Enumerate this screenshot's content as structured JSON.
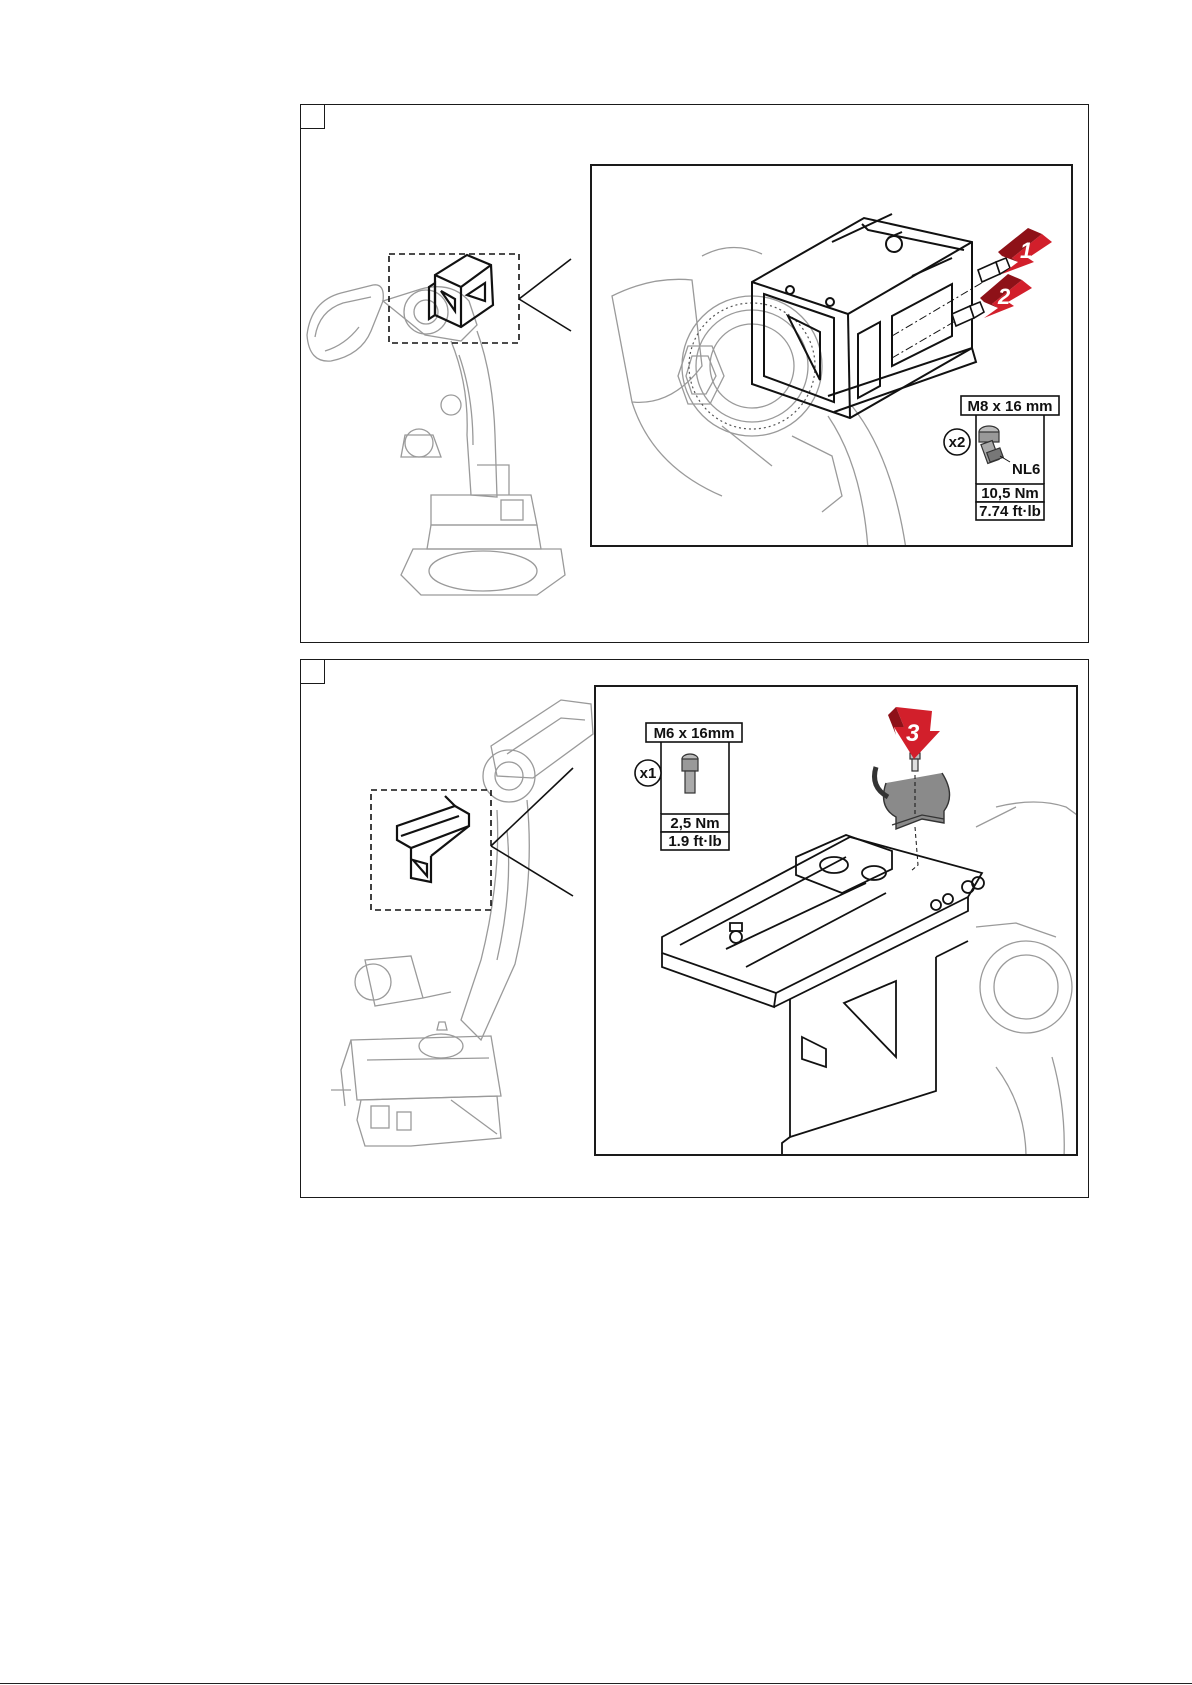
{
  "steps": [
    {
      "number": "",
      "arrows": [
        "1",
        "2"
      ],
      "spec": {
        "screw": "M8 x 16 mm",
        "quantity": "x2",
        "note": "NL6",
        "torque_nm": "10,5 Nm",
        "torque_ftlb": "7.74 ft·lb"
      }
    },
    {
      "number": "",
      "arrows": [
        "3"
      ],
      "spec": {
        "screw": "M6 x 16mm",
        "quantity": "x1",
        "torque_nm": "2,5 Nm",
        "torque_ftlb": "1.9 ft·lb"
      }
    }
  ],
  "colors": {
    "arrow_red": "#d21f2b",
    "line": "#1a1a1a",
    "light_line": "#9a9a9a",
    "part_gray": "#8a8a8a"
  }
}
